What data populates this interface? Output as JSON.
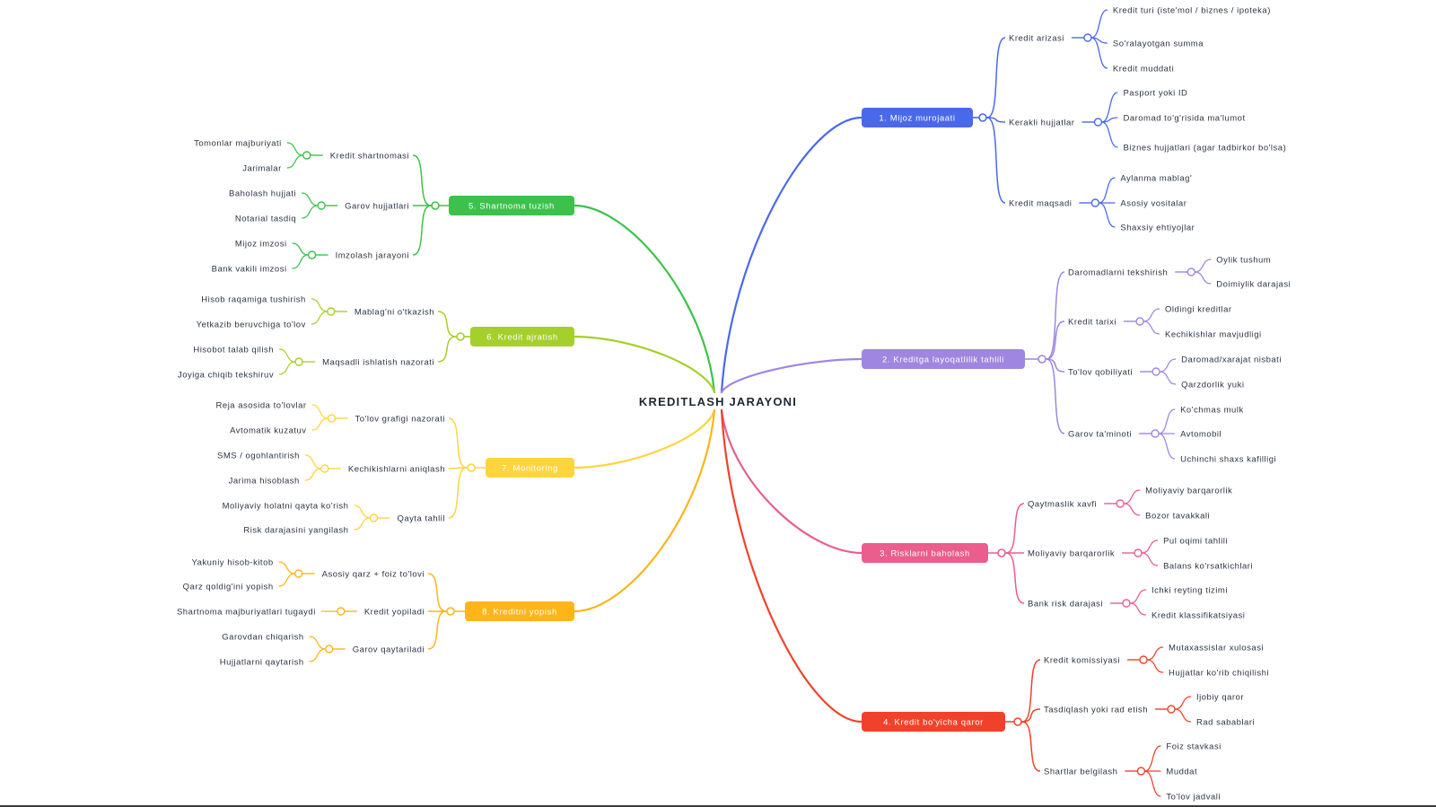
{
  "root": {
    "title": "KREDITLASH JARAYONI"
  },
  "branches": [
    {
      "label": "1. Mijoz murojaati",
      "color": "#4a69ea",
      "children": [
        {
          "label": "Kredit arizasi",
          "leaves": [
            "Kredit turi (iste'mol / biznes / ipoteka)",
            "So'ralayotgan summa",
            "Kredit muddati"
          ]
        },
        {
          "label": "Kerakli hujjatlar",
          "leaves": [
            "Pasport yoki ID",
            "Daromad to'g'risida ma'lumot",
            "Biznes hujjatlari (agar tadbirkor bo'lsa)"
          ]
        },
        {
          "label": "Kredit maqsadi",
          "leaves": [
            "Aylanma mablag'",
            "Asosiy vositalar",
            "Shaxsiy ehtiyojlar"
          ]
        }
      ]
    },
    {
      "label": "2. Kreditga layoqatlilik tahlili",
      "color": "#9f86e0",
      "children": [
        {
          "label": "Daromadlarni tekshirish",
          "leaves": [
            "Oylik tushum",
            "Doimiylik darajasi"
          ]
        },
        {
          "label": "Kredit tarixi",
          "leaves": [
            "Oldingi kreditlar",
            "Kechikishlar mavjudligi"
          ]
        },
        {
          "label": "To'lov qobiliyati",
          "leaves": [
            "Daromad/xarajat nisbati",
            "Qarzdorlik yuki"
          ]
        },
        {
          "label": "Garov ta'minoti",
          "leaves": [
            "Ko'chmas mulk",
            "Avtomobil",
            "Uchinchi shaxs kafilligi"
          ]
        }
      ]
    },
    {
      "label": "3. Risklarni baholash",
      "color": "#ea5d8c",
      "children": [
        {
          "label": "Qaytmaslik xavfi",
          "leaves": [
            "Moliyaviy barqarorlik",
            "Bozor tavakkali"
          ]
        },
        {
          "label": "Moliyaviy barqarorlik",
          "leaves": [
            "Pul oqimi tahlili",
            "Balans ko'rsatkichlari"
          ]
        },
        {
          "label": "Bank risk darajasi",
          "leaves": [
            "Ichki reyting tizimi",
            "Kredit klassifikatsiyasi"
          ]
        }
      ]
    },
    {
      "label": "4. Kredit bo'yicha qaror",
      "color": "#f0422a",
      "children": [
        {
          "label": "Kredit komissiyasi",
          "leaves": [
            "Mutaxassislar xulosasi",
            "Hujjatlar ko'rib chiqilishi"
          ]
        },
        {
          "label": "Tasdiqlash yoki rad etish",
          "leaves": [
            "Ijobiy qaror",
            "Rad sabablari"
          ]
        },
        {
          "label": "Shartlar belgilash",
          "leaves": [
            "Foiz stavkasi",
            "Muddat",
            "To'lov jadvali"
          ]
        }
      ]
    },
    {
      "label": "5. Shartnoma tuzish",
      "color": "#3cc24a",
      "children": [
        {
          "label": "Kredit shartnomasi",
          "leaves": [
            "Tomonlar majburiyati",
            "Jarimalar"
          ]
        },
        {
          "label": "Garov hujjatlari",
          "leaves": [
            "Baholash hujjati",
            "Notarial tasdiq"
          ]
        },
        {
          "label": "Imzolash jarayoni",
          "leaves": [
            "Mijoz imzosi",
            "Bank vakili imzosi"
          ]
        }
      ]
    },
    {
      "label": "6. Kredit ajratish",
      "color": "#a5cf2a",
      "children": [
        {
          "label": "Mablag'ni o'tkazish",
          "leaves": [
            "Hisob raqamiga tushirish",
            "Yetkazib beruvchiga to'lov"
          ]
        },
        {
          "label": "Maqsadli ishlatish nazorati",
          "leaves": [
            "Hisobot talab qilish",
            "Joyiga chiqib tekshiruv"
          ]
        }
      ]
    },
    {
      "label": "7. Monitoring",
      "color": "#ffd43d",
      "children": [
        {
          "label": "To'lov grafigi nazorati",
          "leaves": [
            "Reja asosida to'lovlar",
            "Avtomatik kuzatuv"
          ]
        },
        {
          "label": "Kechikishlarni aniqlash",
          "leaves": [
            "SMS / ogohlantirish",
            "Jarima hisoblash"
          ]
        },
        {
          "label": "Qayta tahlil",
          "leaves": [
            "Moliyaviy holatni qayta ko'rish",
            "Risk darajasini yangilash"
          ]
        }
      ]
    },
    {
      "label": "8. Kreditni yopish",
      "color": "#ffb51a",
      "children": [
        {
          "label": "Asosiy qarz + foiz to'lovi",
          "leaves": [
            "Yakuniy hisob-kitob",
            "Qarz qoldig'ini yopish"
          ]
        },
        {
          "label": "Kredit yopiladi",
          "leaves": [
            "Shartnoma majburiyatlari tugaydi"
          ]
        },
        {
          "label": "Garov qaytariladi",
          "leaves": [
            "Garovdan chiqarish",
            "Hujjatlarni qaytarish"
          ]
        }
      ]
    }
  ]
}
